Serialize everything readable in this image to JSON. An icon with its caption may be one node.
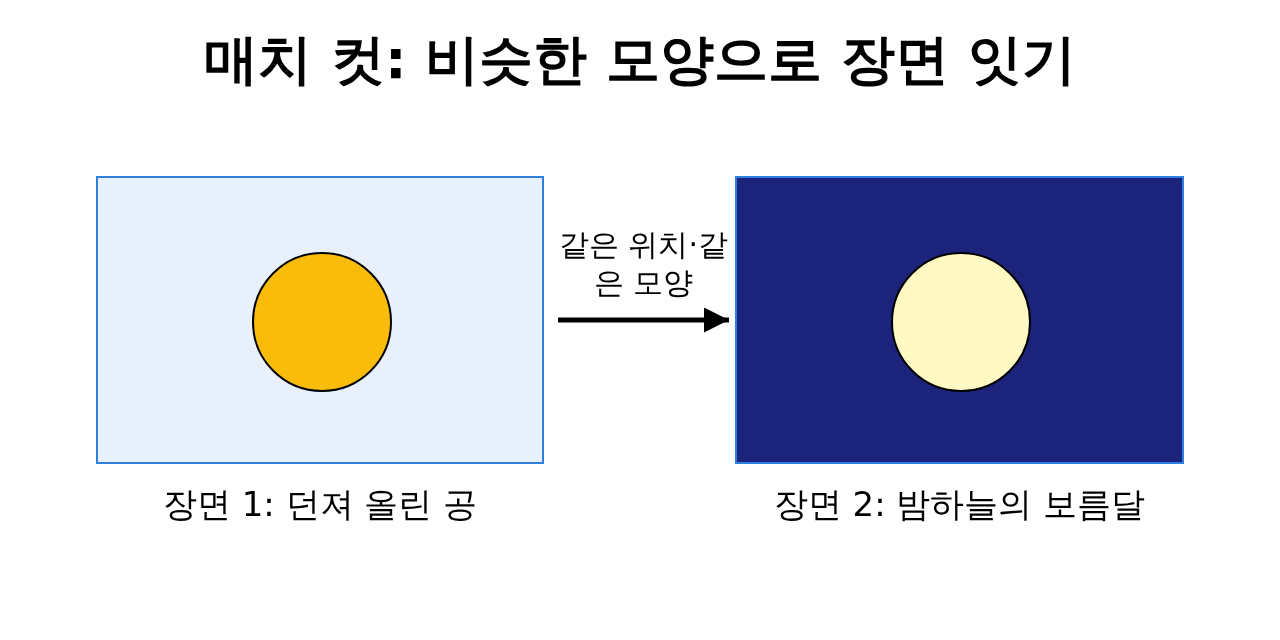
{
  "diagram": {
    "title": "매치 컷: 비슷한 모양으로 장면 잇기",
    "nodes": [
      {
        "text": [],
        "shape": "box",
        "beside": [
          "장면 1: 던져 올린 공"
        ]
      },
      {
        "text": [],
        "shape": "circle",
        "in": 0
      },
      {
        "text": [],
        "shape": "box",
        "beside": [
          "장면 2: 밤하늘의 보름달"
        ]
      },
      {
        "text": [],
        "shape": "circle",
        "in": 2
      }
    ],
    "edges": [
      {
        "from": 0,
        "to": 2,
        "arrow": "to",
        "label": "같은 위치·같은 모양"
      }
    ]
  }
}
